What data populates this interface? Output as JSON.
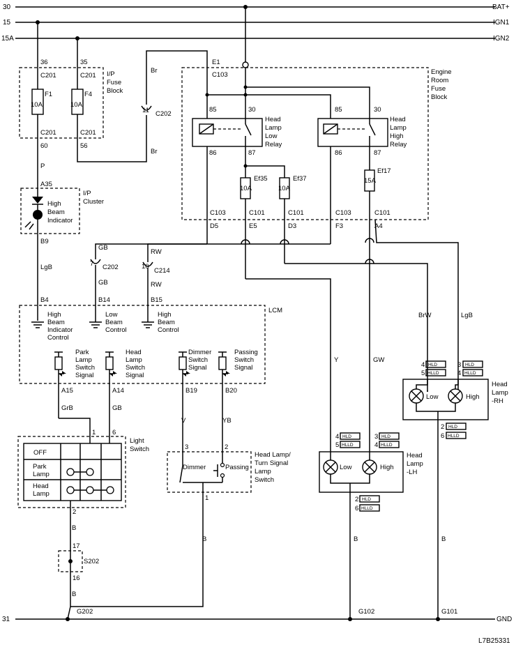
{
  "rails": {
    "left": [
      "30",
      "15",
      "15A"
    ],
    "right": [
      "BAT+",
      "IGN1",
      "IGN2"
    ],
    "ground_left": "31",
    "ground_right": "GND"
  },
  "ip_fuse_block": {
    "label_lines": [
      "I/P",
      "Fuse",
      "Block"
    ],
    "fuse1": {
      "pin_top": "36",
      "conn_top": "C201",
      "name": "F1",
      "amp": "10A",
      "conn_bottom": "C201",
      "pin_bottom": "60"
    },
    "fuse2": {
      "pin_top": "35",
      "conn_top": "C201",
      "name": "F4",
      "amp": "10A",
      "conn_bottom": "C201",
      "pin_bottom": "56"
    }
  },
  "wires": {
    "br1": "Br",
    "br2": "Br",
    "p": "P",
    "lgb": "LgB",
    "gb1": "GB",
    "gb2": "GB",
    "rw1": "RW",
    "rw2": "RW",
    "grb": "GrB",
    "gb3": "GB",
    "v": "V",
    "yb": "YB",
    "b1": "B",
    "b2": "B",
    "b3": "B",
    "b4": "B",
    "b5": "B",
    "y": "Y",
    "gw": "GW",
    "brw": "BrW",
    "lgb2": "LgB"
  },
  "connectors": {
    "c202_top": {
      "pin": "11",
      "name": "C202"
    },
    "c202_mid": {
      "pin": "7",
      "name": "C202"
    },
    "c214": {
      "pin": "10",
      "name": "C214"
    }
  },
  "engine_box": {
    "label_lines": [
      "Engine",
      "Room",
      "Fuse",
      "Block"
    ],
    "e1": "E1",
    "c103_top": "C103",
    "low_relay": {
      "p85": "85",
      "p30": "30",
      "p86": "86",
      "p87": "87",
      "label_lines": [
        "Head",
        "Lamp",
        "Low",
        "Relay"
      ]
    },
    "high_relay": {
      "p85": "85",
      "p30": "30",
      "p86": "86",
      "p87": "87",
      "label_lines": [
        "Head",
        "Lamp",
        "High",
        "Relay"
      ]
    },
    "ef35": {
      "name": "Ef35",
      "amp": "10A"
    },
    "ef37": {
      "name": "Ef37",
      "amp": "10A"
    },
    "ef17": {
      "name": "Ef17",
      "amp": "15A"
    },
    "bottom_conns": [
      {
        "conn": "C103",
        "pin": "D5"
      },
      {
        "conn": "C101",
        "pin": "E5"
      },
      {
        "conn": "C101",
        "pin": "D3"
      },
      {
        "conn": "C103",
        "pin": "F3"
      },
      {
        "conn": "C101",
        "pin": "A4"
      }
    ]
  },
  "ip_cluster": {
    "pin_top": "A35",
    "pin_bottom": "B9",
    "label_lines": [
      "I/P",
      "Cluster"
    ],
    "indicator_lines": [
      "High",
      "Beam",
      "Indicator"
    ]
  },
  "lcm": {
    "name": "LCM",
    "inputs": [
      {
        "pin": "B4",
        "lines": [
          "High",
          "Beam",
          "Indicator",
          "Control"
        ]
      },
      {
        "pin": "B14",
        "lines": [
          "Low",
          "Beam",
          "Control"
        ]
      },
      {
        "pin": "B15",
        "lines": [
          "High",
          "Beam",
          "Control"
        ]
      }
    ],
    "signals": [
      {
        "lines": [
          "Park",
          "Lamp",
          "Switch",
          "Signal"
        ],
        "pin": "A15"
      },
      {
        "lines": [
          "Head",
          "Lamp",
          "Switch",
          "Signal"
        ],
        "pin": "A14"
      },
      {
        "lines": [
          "Dimmer",
          "Switch",
          "Signal"
        ],
        "pin": "B19"
      },
      {
        "lines": [
          "Passing",
          "Switch",
          "Signal"
        ],
        "pin": "B20"
      }
    ]
  },
  "light_switch": {
    "pin1": "1",
    "pin6": "6",
    "pin2": "2",
    "label_lines": [
      "Light",
      "Switch"
    ],
    "rows": [
      [
        "OFF"
      ],
      [
        "Park",
        "Lamp"
      ],
      [
        "Head",
        "Lamp"
      ]
    ]
  },
  "splice": {
    "pin17": "17",
    "name": "S202",
    "pin16": "16"
  },
  "hl_switch": {
    "pin3": "3",
    "pin2": "2",
    "pin1": "1",
    "dimmer": "Dimmer",
    "passing": "Passing",
    "label_lines": [
      "Head Lamp/",
      "Turn Signal",
      "Lamp",
      "Switch"
    ]
  },
  "lamp_lh": {
    "pins_top": [
      [
        "4",
        "HLD"
      ],
      [
        "5",
        "HLLD"
      ]
    ],
    "pins_top2": [
      [
        "3",
        "HLD"
      ],
      [
        "4",
        "HLLD"
      ]
    ],
    "low": "Low",
    "high": "High",
    "label_lines": [
      "Head",
      "Lamp",
      "-LH"
    ],
    "pins_bottom": [
      [
        "2",
        "HLD"
      ],
      [
        "6",
        "HLLD"
      ]
    ]
  },
  "lamp_rh": {
    "pins_top": [
      [
        "4",
        "HLD"
      ],
      [
        "5",
        "HLLD"
      ]
    ],
    "pins_top2": [
      [
        "3",
        "HLD"
      ],
      [
        "4",
        "HLLD"
      ]
    ],
    "low": "Low",
    "high": "High",
    "label_lines": [
      "Head",
      "Lamp",
      "-RH"
    ],
    "pins_bottom": [
      [
        "2",
        "HLD"
      ],
      [
        "6",
        "HLLD"
      ]
    ]
  },
  "grounds": {
    "g202": "G202",
    "g102": "G102",
    "g101": "G101"
  },
  "figure_code": "L7B25331"
}
